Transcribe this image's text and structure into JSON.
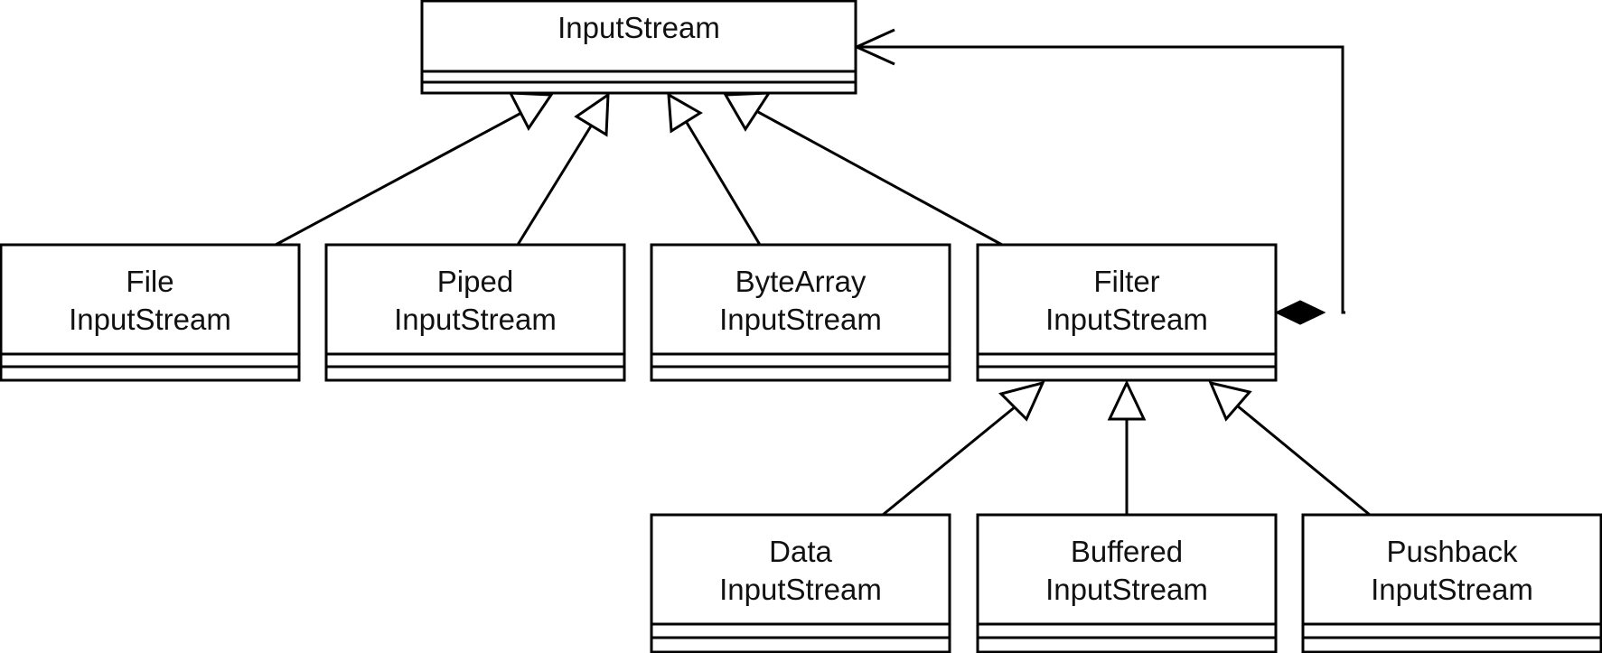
{
  "diagram": {
    "classes": {
      "input_stream": {
        "name": "InputStream"
      },
      "file_input_stream": {
        "line1": "File",
        "line2": "InputStream"
      },
      "piped_input_stream": {
        "line1": "Piped",
        "line2": "InputStream"
      },
      "bytearray_input_stream": {
        "line1": "ByteArray",
        "line2": "InputStream"
      },
      "filter_input_stream": {
        "line1": "Filter",
        "line2": "InputStream"
      },
      "data_input_stream": {
        "line1": "Data",
        "line2": "InputStream"
      },
      "buffered_input_stream": {
        "line1": "Buffered",
        "line2": "InputStream"
      },
      "pushback_input_stream": {
        "line1": "Pushback",
        "line2": "InputStream"
      }
    },
    "relations": [
      {
        "type": "generalization",
        "from": "File InputStream",
        "to": "InputStream"
      },
      {
        "type": "generalization",
        "from": "Piped InputStream",
        "to": "InputStream"
      },
      {
        "type": "generalization",
        "from": "ByteArray InputStream",
        "to": "InputStream"
      },
      {
        "type": "generalization",
        "from": "Filter InputStream",
        "to": "InputStream"
      },
      {
        "type": "generalization",
        "from": "Data InputStream",
        "to": "Filter InputStream"
      },
      {
        "type": "generalization",
        "from": "Buffered InputStream",
        "to": "Filter InputStream"
      },
      {
        "type": "generalization",
        "from": "Pushback InputStream",
        "to": "Filter InputStream"
      },
      {
        "type": "composition",
        "from": "Filter InputStream",
        "to": "InputStream"
      }
    ]
  }
}
